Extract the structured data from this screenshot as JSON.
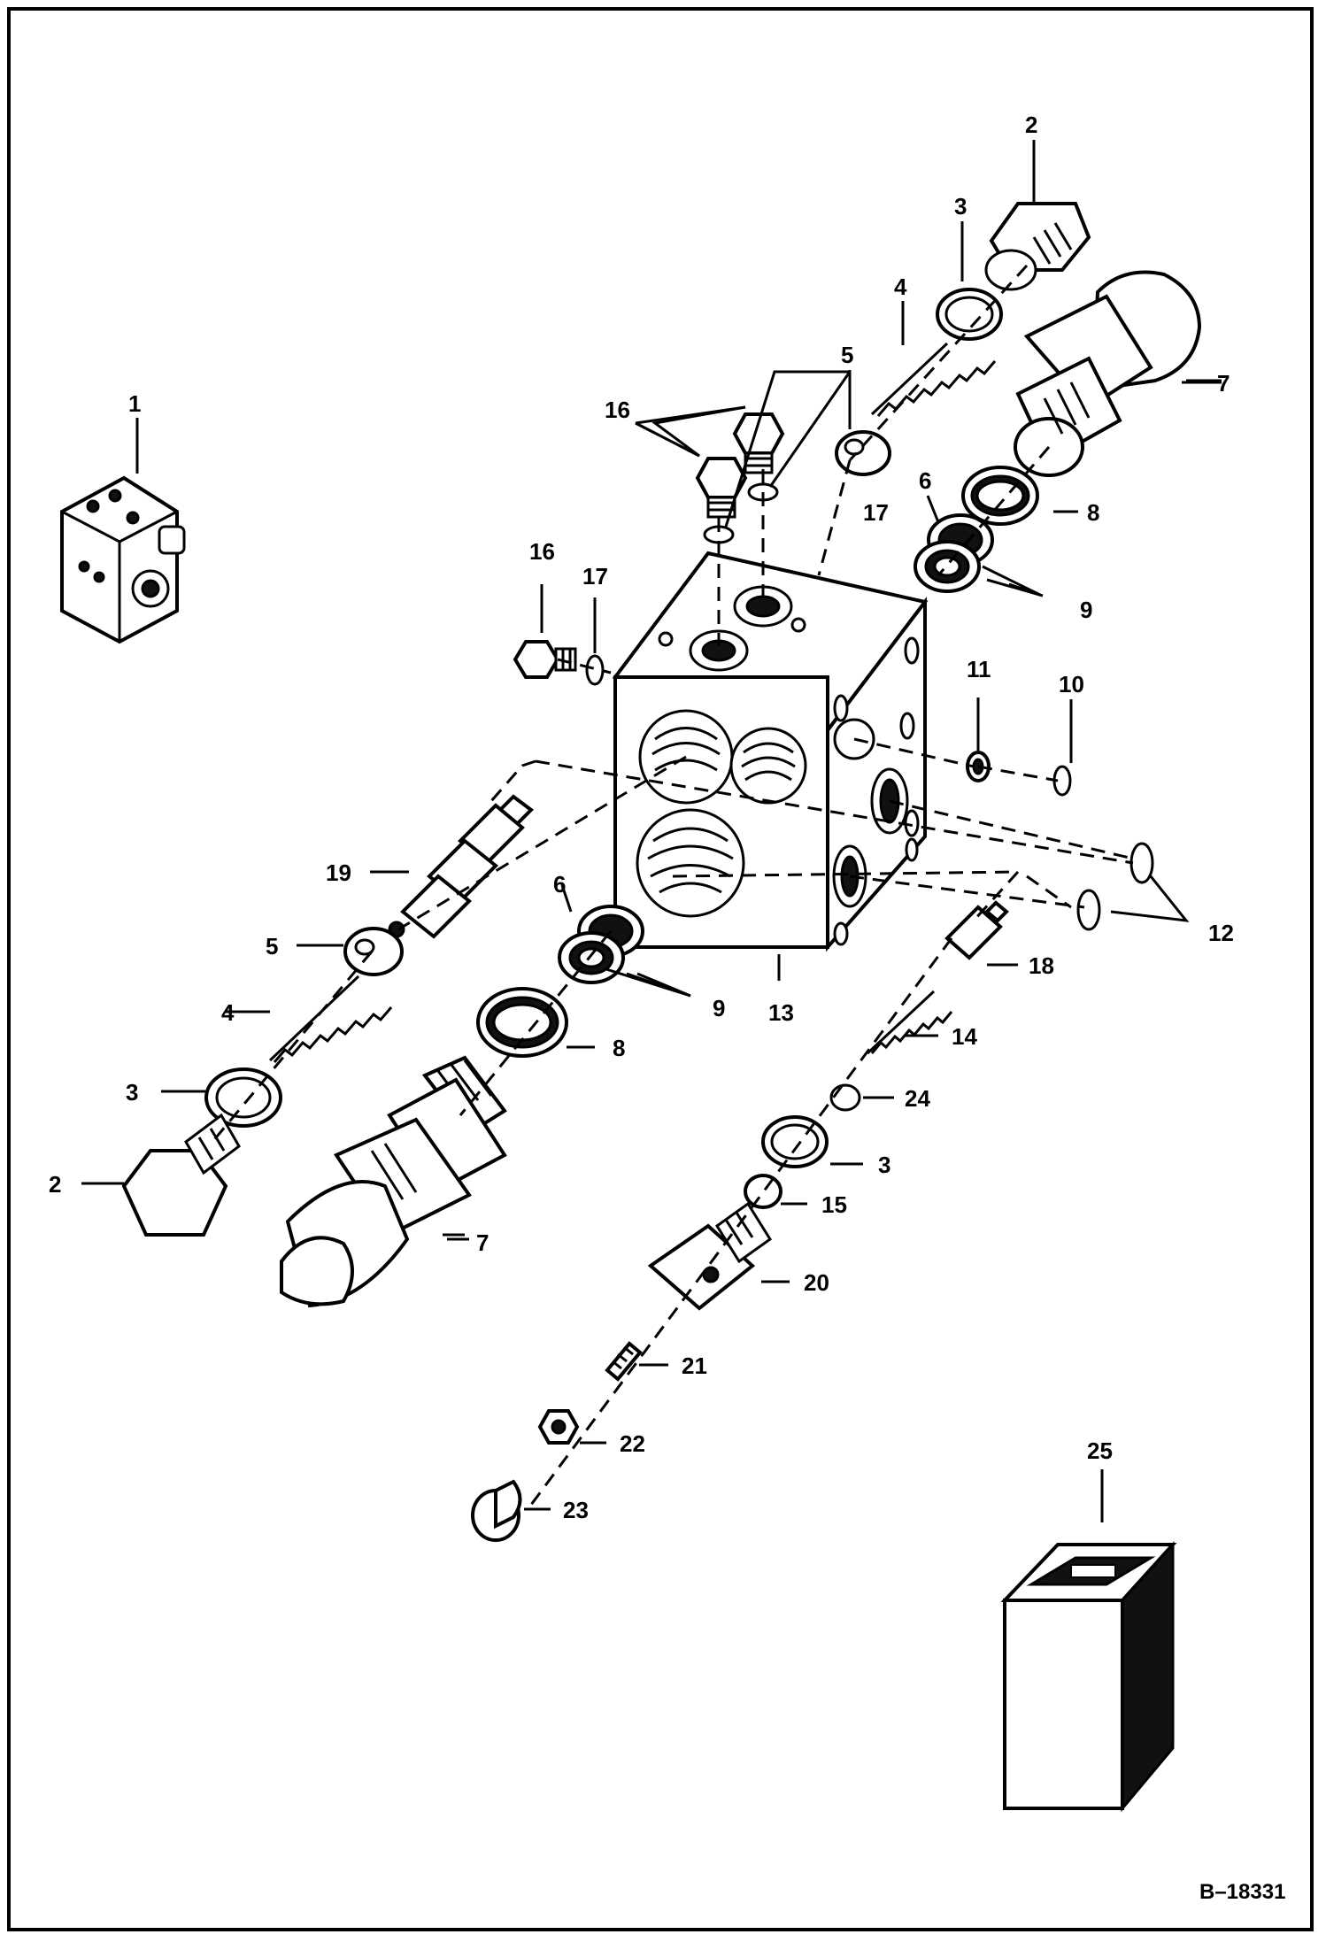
{
  "diagram": {
    "figure_id": "B–18331",
    "callouts": [
      {
        "id": "c1",
        "text": "1"
      },
      {
        "id": "c2a",
        "text": "2"
      },
      {
        "id": "c2b",
        "text": "2"
      },
      {
        "id": "c3a",
        "text": "3"
      },
      {
        "id": "c3b",
        "text": "3"
      },
      {
        "id": "c3c",
        "text": "3"
      },
      {
        "id": "c4a",
        "text": "4"
      },
      {
        "id": "c4b",
        "text": "4"
      },
      {
        "id": "c5a",
        "text": "5"
      },
      {
        "id": "c5b",
        "text": "5"
      },
      {
        "id": "c6a",
        "text": "6"
      },
      {
        "id": "c6b",
        "text": "6"
      },
      {
        "id": "c7a",
        "text": "7"
      },
      {
        "id": "c7b",
        "text": "7"
      },
      {
        "id": "c8a",
        "text": "8"
      },
      {
        "id": "c8b",
        "text": "8"
      },
      {
        "id": "c9a",
        "text": "9"
      },
      {
        "id": "c9b",
        "text": "9"
      },
      {
        "id": "c10",
        "text": "10"
      },
      {
        "id": "c11",
        "text": "11"
      },
      {
        "id": "c12",
        "text": "12"
      },
      {
        "id": "c13",
        "text": "13"
      },
      {
        "id": "c14",
        "text": "14"
      },
      {
        "id": "c15",
        "text": "15"
      },
      {
        "id": "c16a",
        "text": "16"
      },
      {
        "id": "c16b",
        "text": "16"
      },
      {
        "id": "c17a",
        "text": "17"
      },
      {
        "id": "c17b",
        "text": "17"
      },
      {
        "id": "c18",
        "text": "18"
      },
      {
        "id": "c19",
        "text": "19"
      },
      {
        "id": "c20",
        "text": "20"
      },
      {
        "id": "c21",
        "text": "21"
      },
      {
        "id": "c22",
        "text": "22"
      },
      {
        "id": "c23",
        "text": "23"
      },
      {
        "id": "c24",
        "text": "24"
      },
      {
        "id": "c25",
        "text": "25"
      }
    ]
  }
}
